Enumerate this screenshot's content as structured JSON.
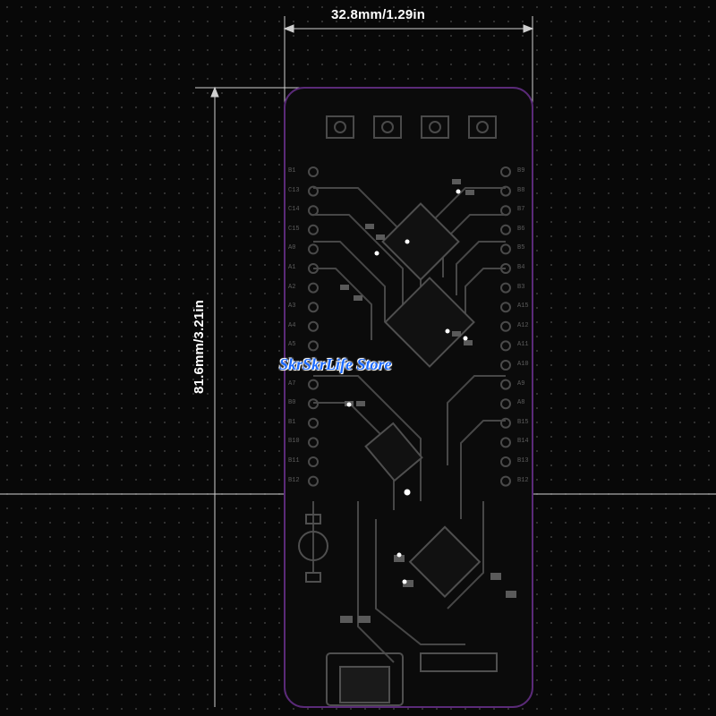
{
  "dimensions": {
    "width_label": "32.8mm/1.29in",
    "height_label": "81.6mm/3.21in"
  },
  "watermark": "SkrSkrLife Store",
  "colors": {
    "background": "#080808",
    "board_outline": "#5a2a78",
    "trace": "#4a4a4a",
    "dimension_line": "#cfcfcf",
    "watermark": "#1d6bff"
  },
  "board": {
    "left_pin_labels": [
      "B1",
      "C13",
      "C14",
      "C15",
      "A0",
      "A1",
      "A2",
      "A3",
      "A4",
      "A5",
      "A6",
      "A7",
      "B0",
      "B1",
      "B10",
      "B11",
      "B12"
    ],
    "right_pin_labels": [
      "B9",
      "B8",
      "B7",
      "B6",
      "B5",
      "B4",
      "B3",
      "A15",
      "A12",
      "A11",
      "A10",
      "A9",
      "A8",
      "B15",
      "B14",
      "B13",
      "B12"
    ]
  }
}
